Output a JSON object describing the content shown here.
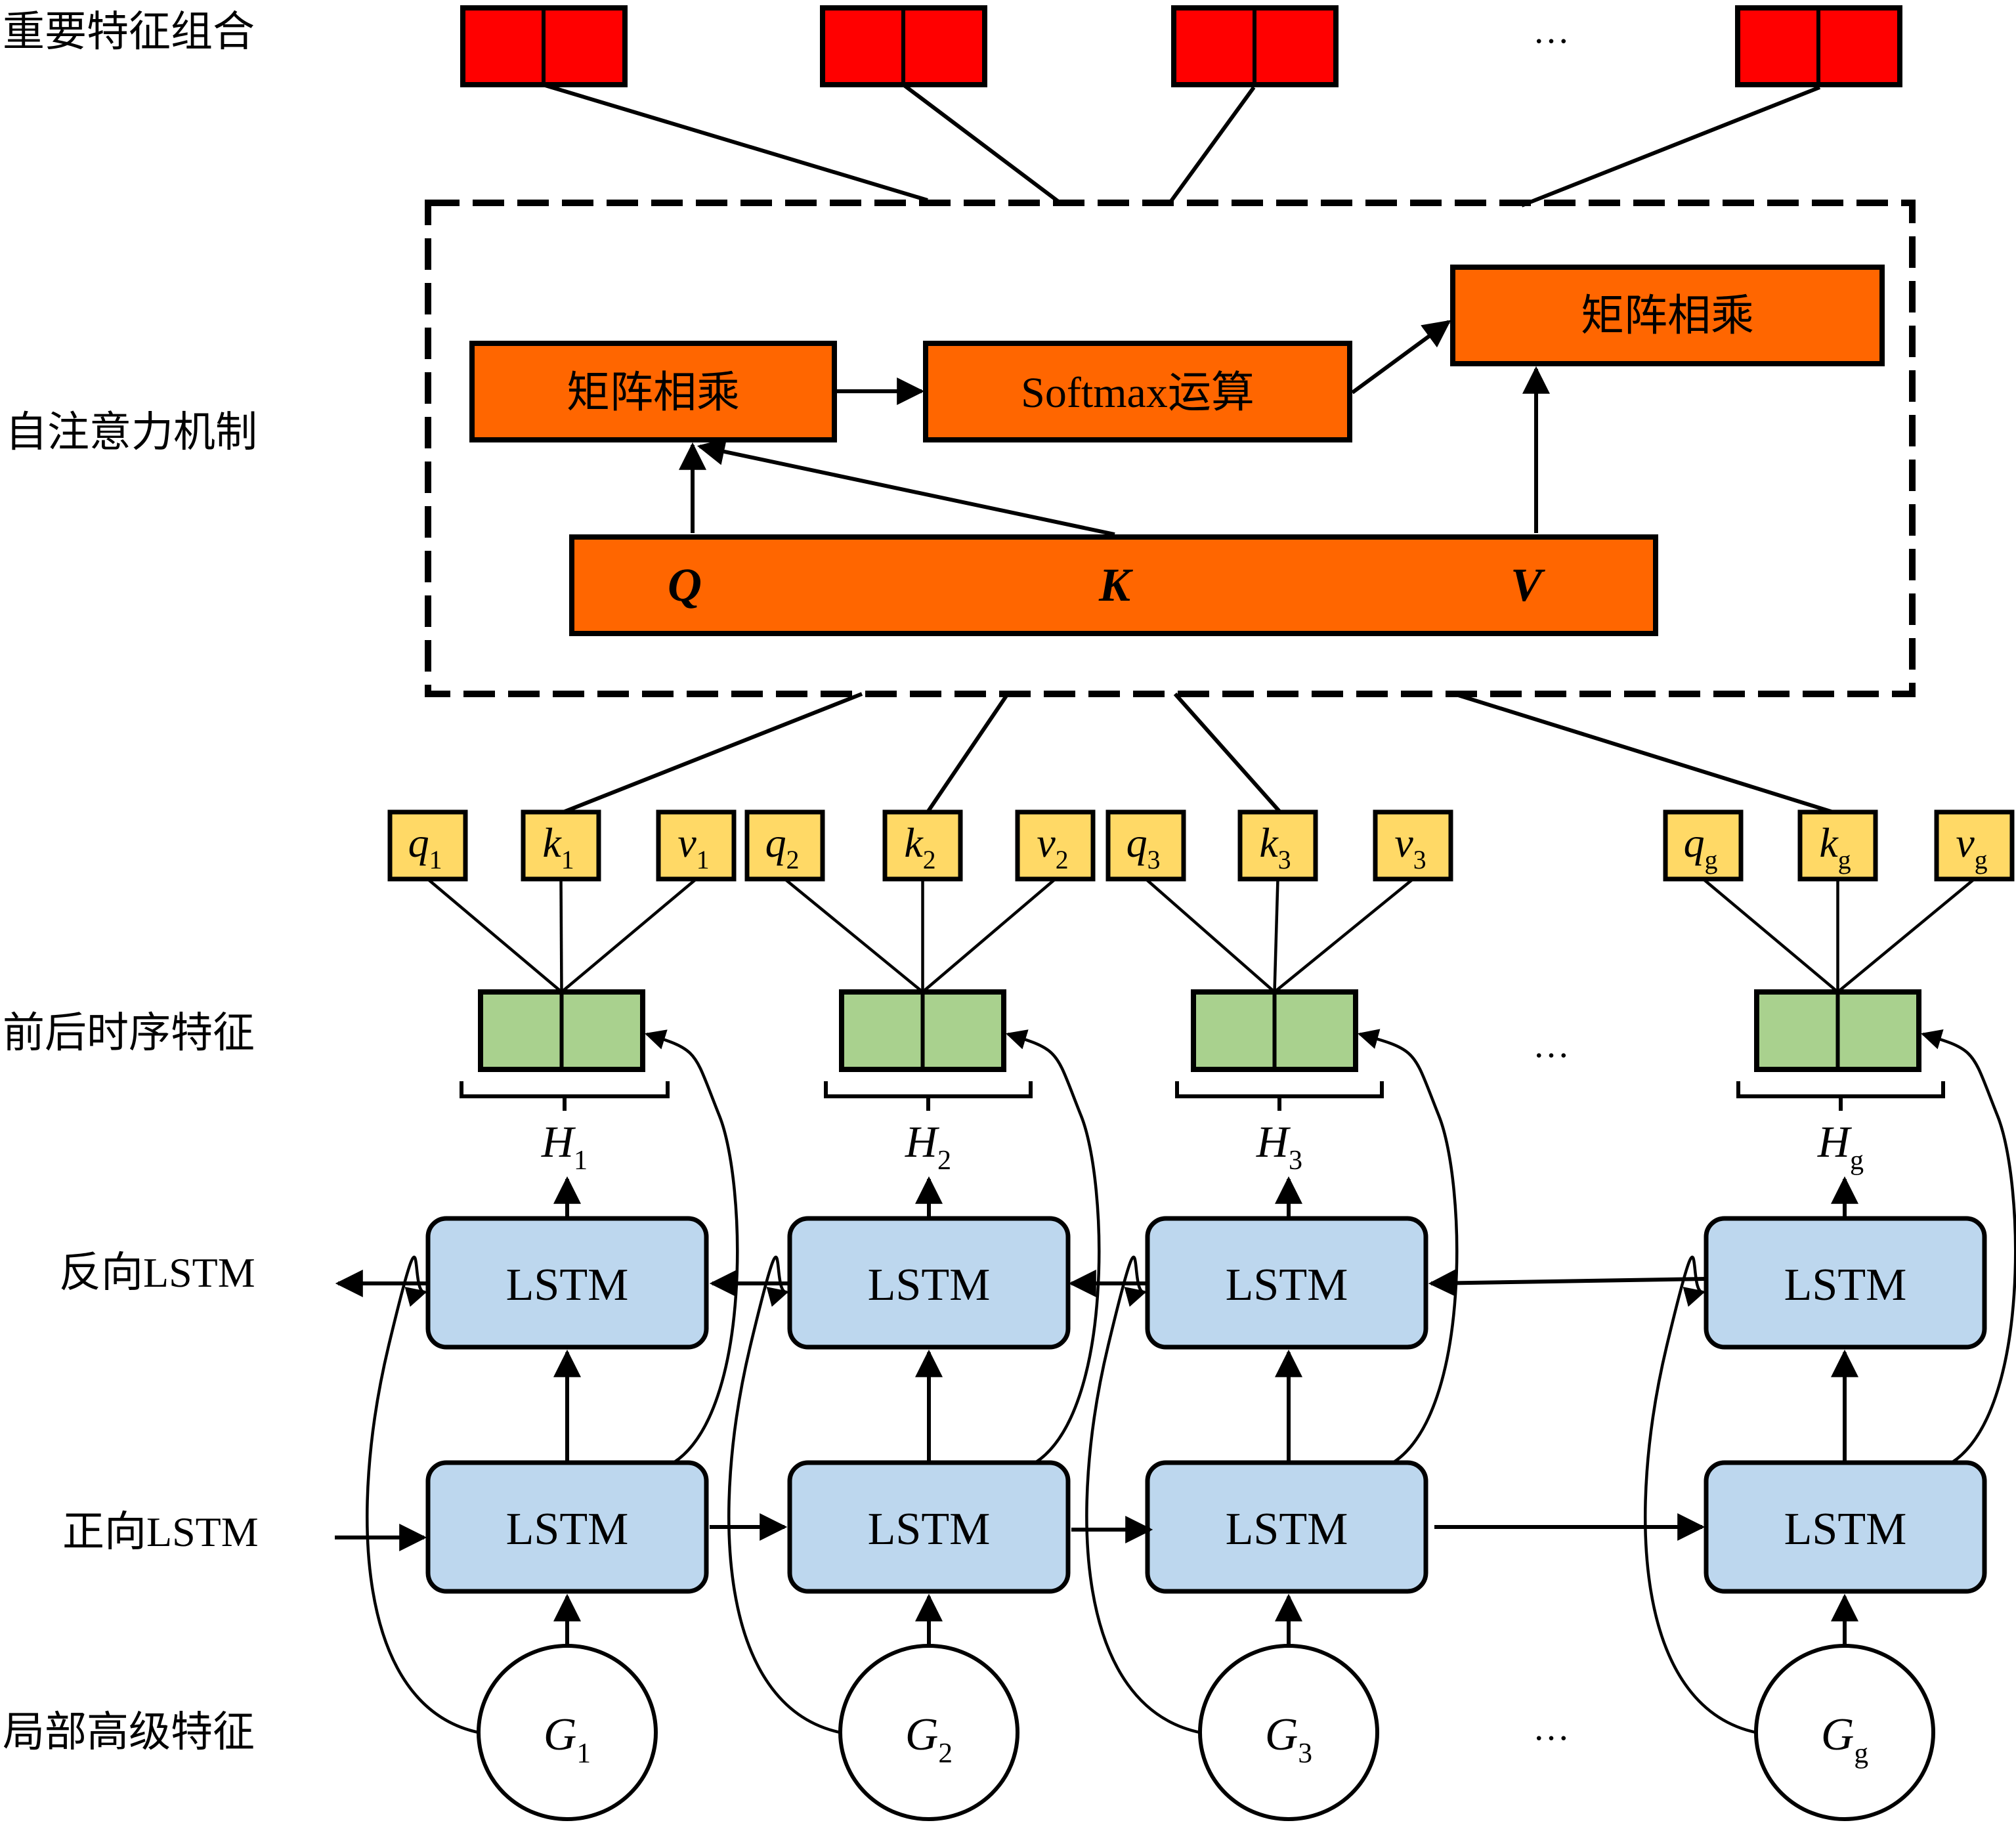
{
  "row_labels": {
    "important_features": "重要特征组合",
    "self_attention": "自注意力机制",
    "temporal_features": "前后时序特征",
    "backward_lstm": "反向LSTM",
    "forward_lstm": "正向LSTM",
    "local_features": "局部高级特征"
  },
  "attention": {
    "matmul_1": "矩阵相乘",
    "softmax": "Softmax运算",
    "matmul_2": "矩阵相乘",
    "q": "Q",
    "k": "K",
    "v": "V"
  },
  "ellipsis": "…",
  "colors": {
    "red_box": "#ff0000",
    "orange_box": "#ff6600",
    "yellow_box": "#ffd966",
    "green_box": "#a9d18e",
    "lstm_box": "#bdd7ee"
  },
  "columns": [
    {
      "index": "1",
      "q": "q",
      "k": "k",
      "v": "v",
      "h": "H",
      "g": "G",
      "lstm_top": "LSTM",
      "lstm_bottom": "LSTM"
    },
    {
      "index": "2",
      "q": "q",
      "k": "k",
      "v": "v",
      "h": "H",
      "g": "G",
      "lstm_top": "LSTM",
      "lstm_bottom": "LSTM"
    },
    {
      "index": "3",
      "q": "q",
      "k": "k",
      "v": "v",
      "h": "H",
      "g": "G",
      "lstm_top": "LSTM",
      "lstm_bottom": "LSTM"
    },
    {
      "index": "g",
      "q": "q",
      "k": "k",
      "v": "v",
      "h": "H",
      "g": "G",
      "lstm_top": "LSTM",
      "lstm_bottom": "LSTM"
    }
  ]
}
